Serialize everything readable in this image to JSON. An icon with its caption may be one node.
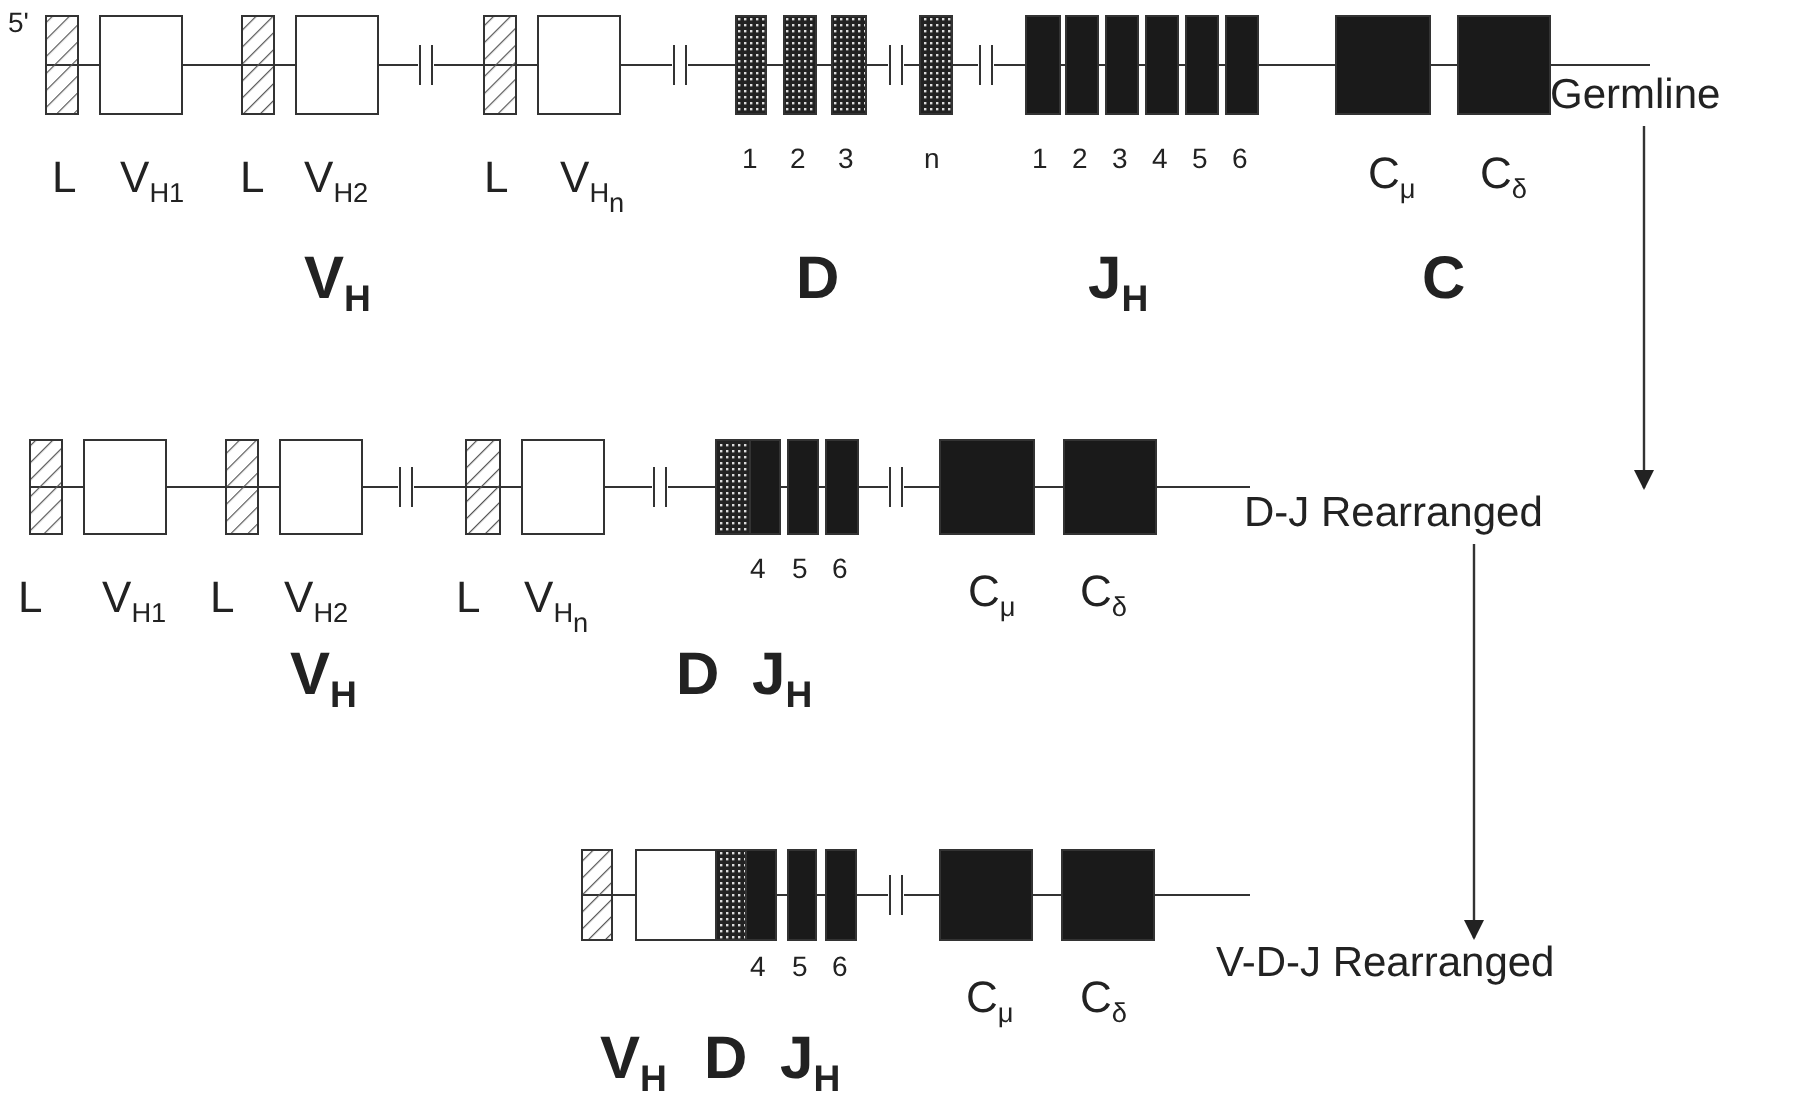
{
  "diagram": {
    "nodes": [
      {
        "text": [
          "Germline"
        ]
      },
      {
        "text": [
          "D-J Rearranged"
        ]
      },
      {
        "text": [
          "V-D-J Rearranged"
        ]
      }
    ],
    "edges": [
      {
        "from": 0,
        "to": 1,
        "arrow": "to"
      },
      {
        "from": 1,
        "to": 2,
        "arrow": "to"
      }
    ],
    "labels": [
      "5'",
      "L",
      "V$_{H1}$",
      "L",
      "V$_{H2}$",
      "L",
      "V$_{H}$$_{n}$",
      "1",
      "2",
      "3",
      "n",
      "1",
      "2",
      "3",
      "4",
      "5",
      "6",
      "C$_{μ}$",
      "C$_{δ}$",
      "V$_{H}$",
      "D",
      "J$_{H}$",
      "C",
      "L",
      "V$_{H1}$",
      "L",
      "V$_{H2}$",
      "L",
      "V$_{H}$$_{n}$",
      "4",
      "5",
      "6",
      "C$_{μ}$",
      "C$_{δ}$",
      "V$_{H}$",
      "D",
      "J$_{H}$",
      "4",
      "5",
      "6",
      "C$_{μ}$",
      "C$_{δ}$",
      "V$_{H}$",
      "D",
      "J$_{H}$"
    ]
  }
}
